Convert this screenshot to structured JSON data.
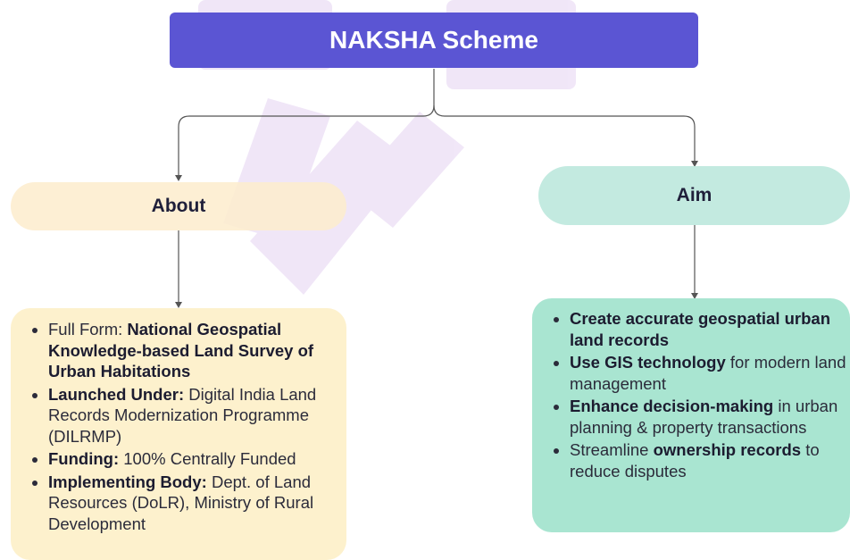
{
  "title": "NAKSHA Scheme",
  "about": {
    "heading": "About",
    "items": [
      {
        "label": "Full Form: ",
        "bold": "National Geospatial Knowledge-based Land Survey of Urban Habitations",
        "rest": ""
      },
      {
        "label": "",
        "bold": "Launched Under:",
        "rest": " Digital India Land Records Modernization Programme (DILRMP)"
      },
      {
        "label": "",
        "bold": "Funding:",
        "rest": " 100% Centrally Funded"
      },
      {
        "label": "",
        "bold": "Implementing Body:",
        "rest": " Dept. of Land Resources (DoLR), Ministry of Rural Development"
      }
    ]
  },
  "aim": {
    "heading": "Aim",
    "items": [
      {
        "pre": "",
        "bold": "Create accurate geospatial urban land records",
        "rest": ""
      },
      {
        "pre": "",
        "bold": "Use GIS technology",
        "rest": " for modern land management"
      },
      {
        "pre": "",
        "bold": "Enhance decision-making",
        "rest": " in urban planning & property transactions"
      },
      {
        "pre": "Streamline ",
        "bold": "ownership records",
        "rest": " to reduce disputes"
      }
    ]
  },
  "colors": {
    "title_bg": "#5b55d3",
    "about_bg": "#fdf1cd",
    "aim_bg": "#a9e5d1",
    "connector": "#555555",
    "watermark": "#e9ddf3"
  }
}
